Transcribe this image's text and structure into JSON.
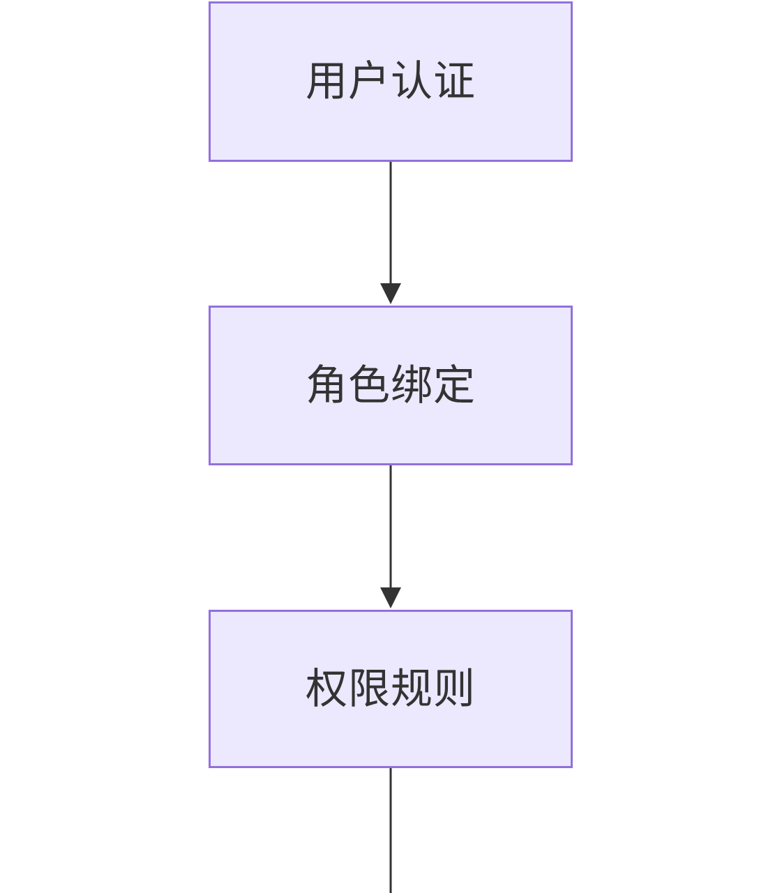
{
  "diagram": {
    "type": "flowchart",
    "direction": "top-to-bottom",
    "background_color": "#ffffff",
    "node_fill_color": "#ECE8FD",
    "node_border_color": "#9370DB",
    "node_text_color": "#333333",
    "edge_color": "#333333",
    "nodes": [
      {
        "id": "user-auth",
        "label": "用户认证"
      },
      {
        "id": "role-bind",
        "label": "角色绑定"
      },
      {
        "id": "perm-rule",
        "label": "权限规则"
      }
    ],
    "edges": [
      {
        "id": "edge-1",
        "from": "user-auth",
        "to": "role-bind",
        "arrowhead": "filled-triangle",
        "label": ""
      },
      {
        "id": "edge-2",
        "from": "role-bind",
        "to": "perm-rule",
        "arrowhead": "filled-triangle",
        "label": ""
      },
      {
        "id": "edge-3",
        "from": "perm-rule",
        "to": "",
        "arrowhead": "none",
        "label": ""
      }
    ]
  }
}
